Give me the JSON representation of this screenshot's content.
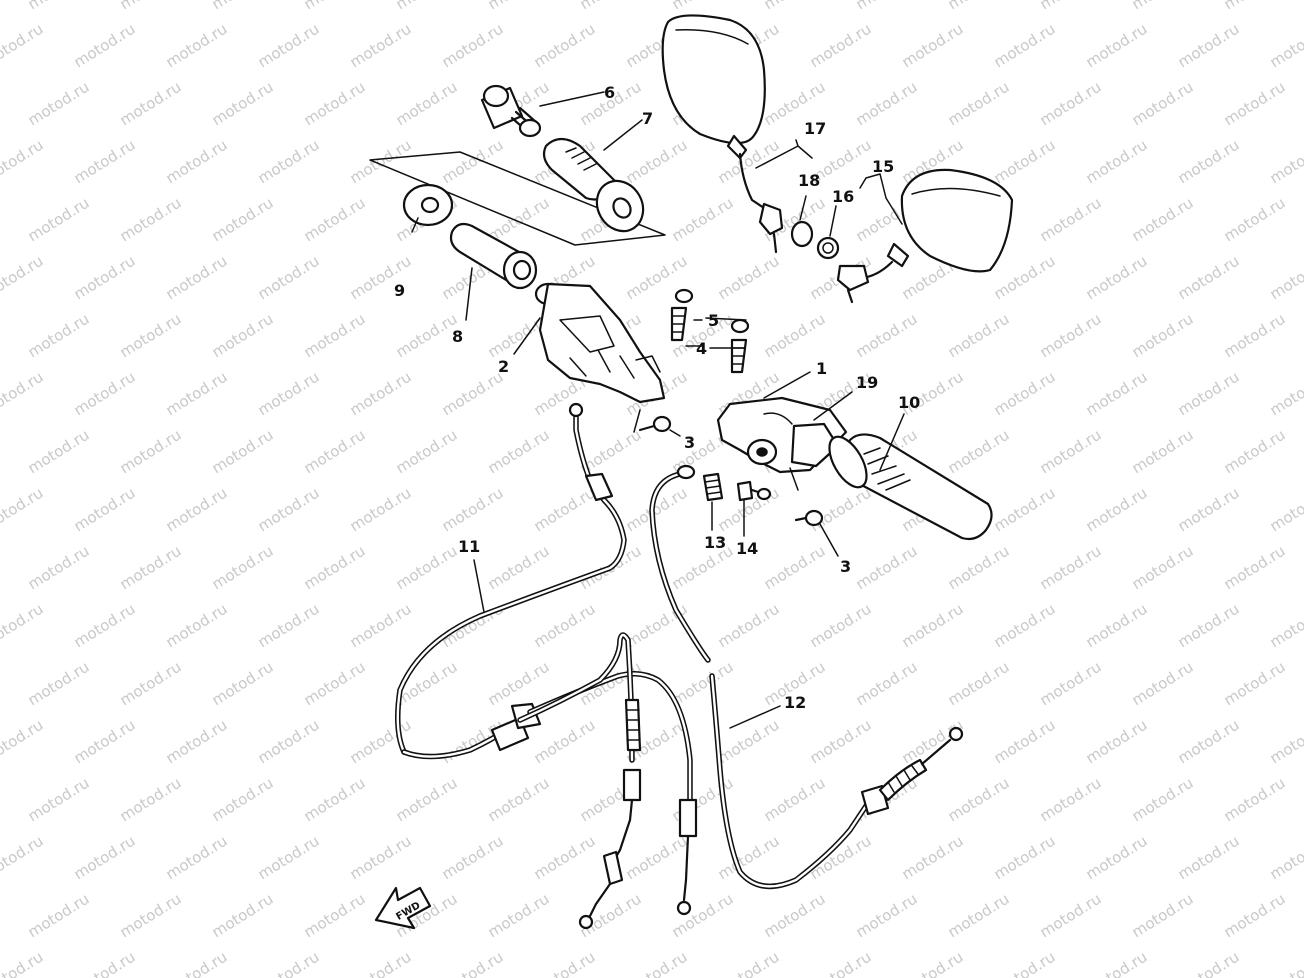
{
  "watermark": "motod.ru",
  "direction_marker": "FWD",
  "callouts": {
    "c1": "1",
    "c2": "2",
    "c3a": "3",
    "c3b": "3",
    "c4": "4",
    "c5": "5",
    "c6": "6",
    "c7": "7",
    "c8": "8",
    "c9": "9",
    "c10": "10",
    "c11": "11",
    "c12": "12",
    "c13": "13",
    "c14": "14",
    "c15": "15",
    "c16": "16",
    "c17": "17",
    "c18": "18",
    "c19": "19"
  }
}
